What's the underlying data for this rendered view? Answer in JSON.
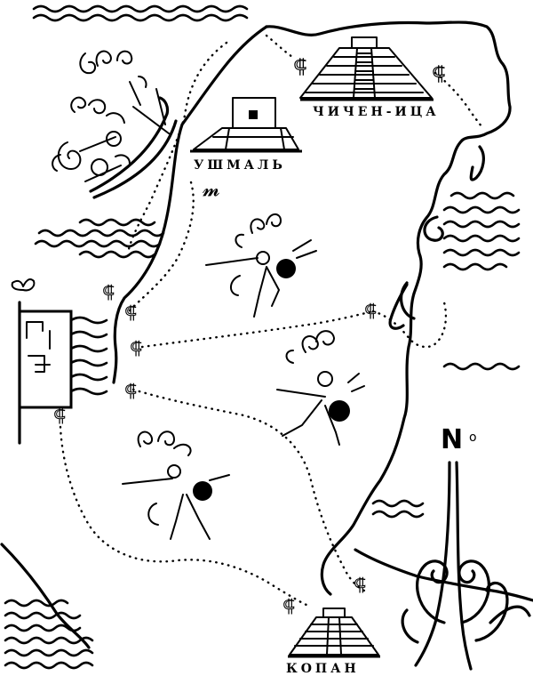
{
  "map": {
    "places": [
      {
        "id": "chichen-itza",
        "label": "ЧИЧЕН-ИЦА"
      },
      {
        "id": "uxmal",
        "label": "УШМАЛЬ"
      },
      {
        "id": "copan",
        "label": "КОПАН"
      }
    ],
    "north_label": "N"
  },
  "colors": {
    "ink": "#000000",
    "paper": "#ffffff"
  },
  "icons": [
    "pyramid-icon",
    "temple-icon",
    "warrior-icon",
    "canoe-icon",
    "banner-icon",
    "waves-icon",
    "compass-icon",
    "route-glyph-icon"
  ]
}
